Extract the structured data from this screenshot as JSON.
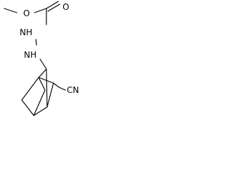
{
  "molecule": {
    "atom_labels": {
      "ester_oxygen": "O",
      "carbonyl_oxygen": "O",
      "nh_upper": "NH",
      "nh_lower": "NH",
      "nitrile": "CN"
    }
  },
  "colors": {
    "bond": "#000000",
    "label": "#000000",
    "background": "#ffffff"
  }
}
